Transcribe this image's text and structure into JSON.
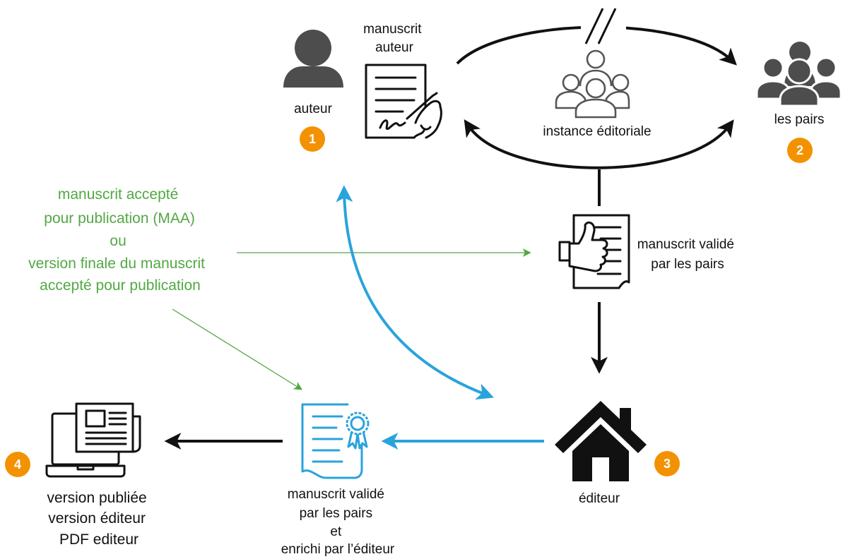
{
  "nodes": {
    "author": {
      "label": "auteur",
      "badge": "1",
      "icon": "person-icon",
      "document_icon": "signed-document-icon",
      "document_label": [
        "manuscrit",
        "auteur"
      ]
    },
    "editorial_board": {
      "label": "instance éditoriale",
      "icon": "group-outline-icon"
    },
    "peers": {
      "label": "les pairs",
      "badge": "2",
      "icon": "group-icon"
    },
    "validated": {
      "label": [
        "manuscrit validé",
        "par les pairs"
      ],
      "icon": "thumbs-up-document-icon"
    },
    "publisher": {
      "label": "éditeur",
      "badge": "3",
      "icon": "house-icon"
    },
    "enriched": {
      "label": [
        "manuscrit validé",
        "par les pairs",
        "et",
        "enrichi par l’éditeur"
      ],
      "icon": "certified-document-icon"
    },
    "published": {
      "label": [
        "version publiée",
        "version éditeur",
        "PDF editeur"
      ],
      "badge": "4",
      "icon": "laptop-newspaper-icon"
    }
  },
  "annotation": {
    "lines": [
      "manuscrit accepté",
      "pour publication (MAA)",
      "ou",
      "version finale du manuscrit",
      "accepté pour publication"
    ]
  },
  "colors": {
    "badge": "#f39200",
    "blue_flow": "#29a3dc",
    "green_annotation": "#52a843",
    "black_flow": "#111111",
    "person_gray": "#4d4d4d"
  }
}
